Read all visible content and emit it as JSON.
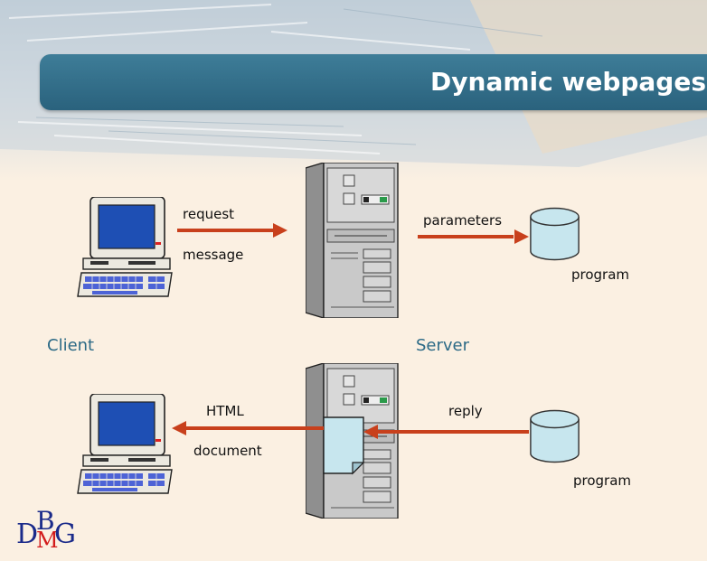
{
  "slide": {
    "title": "Dynamic webpages",
    "logo": {
      "d": "D",
      "b": "B",
      "m": "M",
      "g": "G"
    }
  },
  "top_row": {
    "request_label": "request",
    "message_label": "message",
    "parameters_label": "parameters",
    "program_label": "program"
  },
  "middle": {
    "client_label": "Client",
    "server_label": "Server"
  },
  "bottom_row": {
    "html_label": "HTML",
    "document_label": "document",
    "reply_label": "reply",
    "program_label": "program"
  },
  "colors": {
    "title_bar": "#2f6c87",
    "arrow": "#c8401c",
    "caption": "#2c6a86",
    "cylinder": "#c7e6ee",
    "monitor_screen": "#1e4fb4",
    "document": "#c7e6ee"
  }
}
